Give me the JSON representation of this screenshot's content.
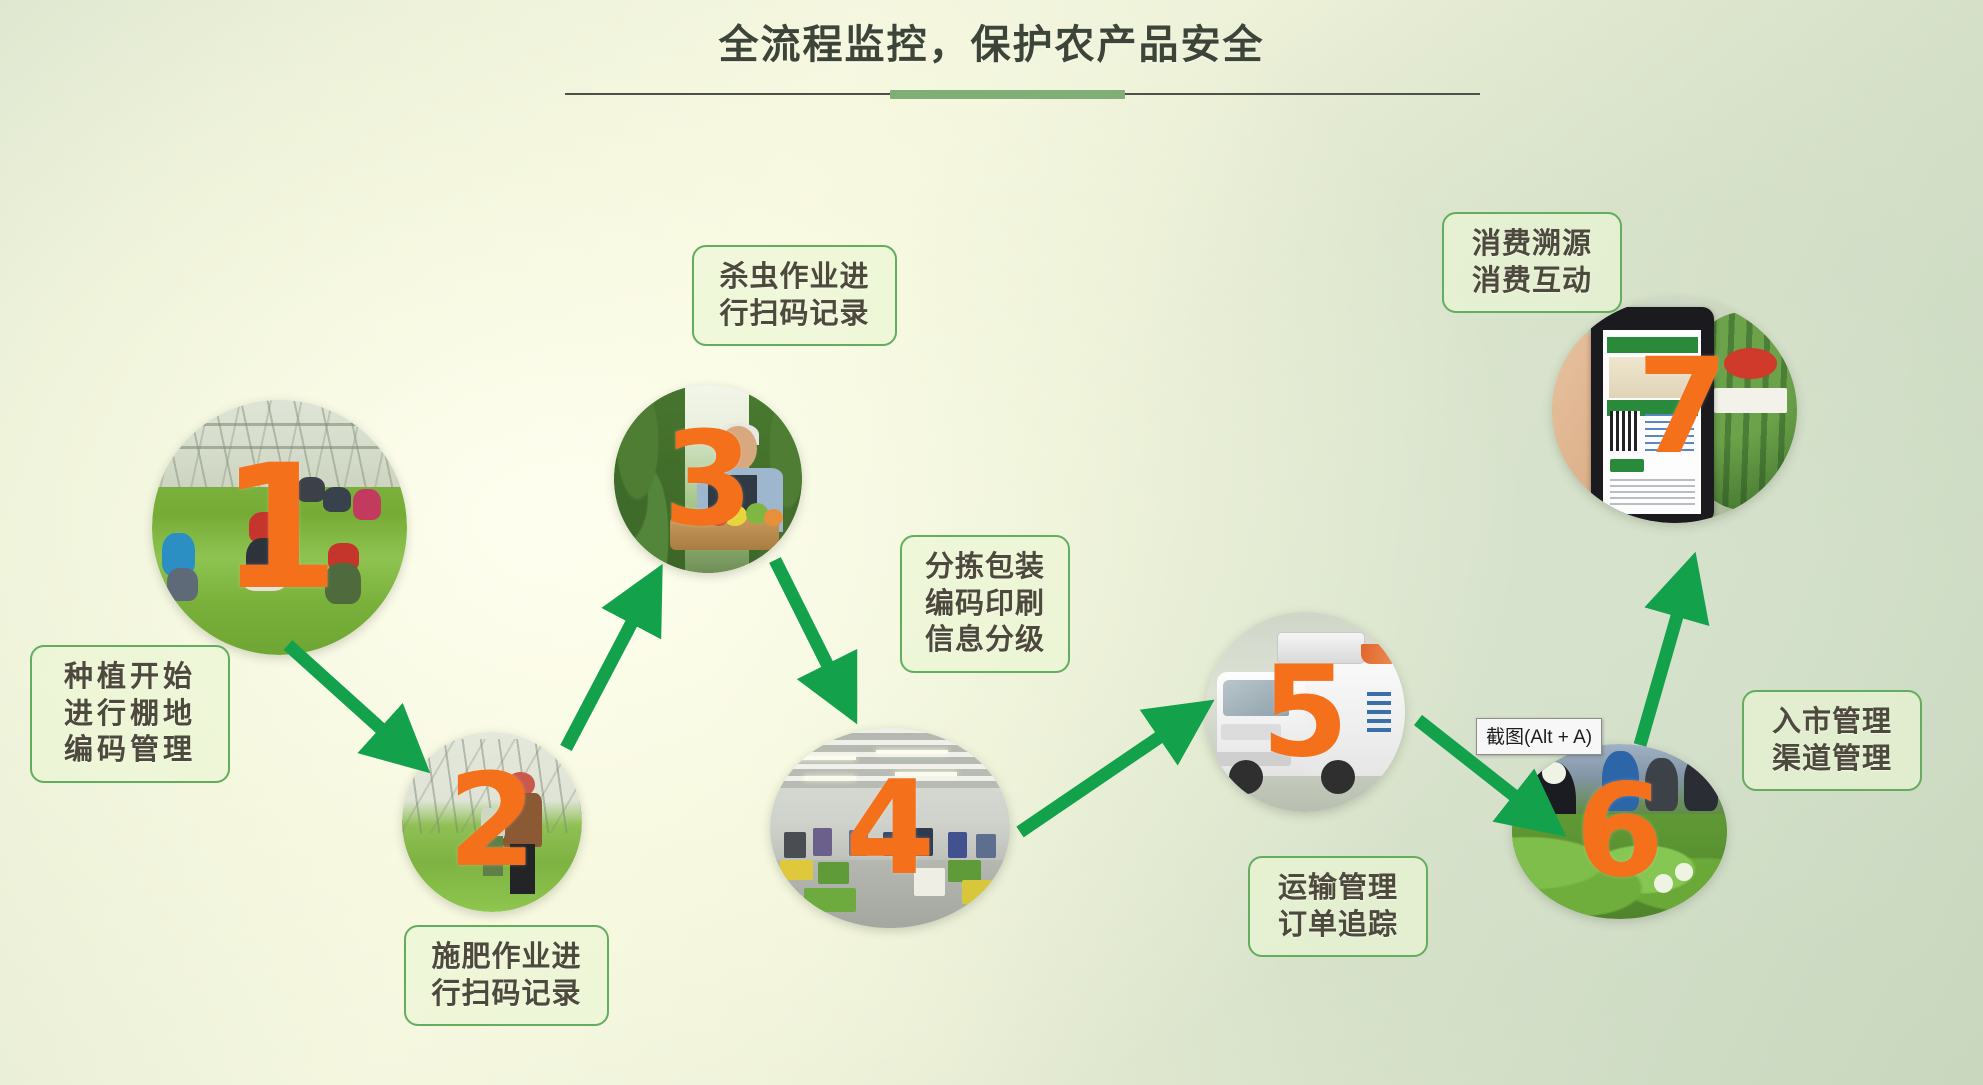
{
  "header": {
    "title": "全流程监控，保护农产品安全",
    "divider_accent_color": "#7fae76",
    "divider_line_color": "#4c5248"
  },
  "theme": {
    "number_color": "#f4701b",
    "arrow_color": "#13a14b",
    "callout_border_color": "#63ad5e",
    "callout_fill_color": "#ecf6d5",
    "callout_text_color": "#4d4a3d",
    "background_colors": [
      "#dde6cf",
      "#f3f5de",
      "#c7d6bd"
    ]
  },
  "flow": {
    "type": "process-flow",
    "step_count": 7,
    "steps": [
      {
        "number": "1",
        "label": "种植开始\n进行棚地\n编码管理",
        "photo": "greenhouse-workers-photo"
      },
      {
        "number": "2",
        "label": "施肥作业进\n行扫码记录",
        "photo": "greenhouse-fertilizing-photo"
      },
      {
        "number": "3",
        "label": "杀虫作业进\n行扫码记录",
        "photo": "farmer-with-vegetable-basket-photo"
      },
      {
        "number": "4",
        "label": "分拣包装\n编码印刷\n信息分级",
        "photo": "packing-warehouse-photo"
      },
      {
        "number": "5",
        "label": "运输管理\n订单追踪",
        "photo": "refrigerated-truck-photo"
      },
      {
        "number": "6",
        "label": "入市管理\n渠道管理",
        "photo": "vegetable-market-stall-photo"
      },
      {
        "number": "7",
        "label": "消费溯源\n消费互动",
        "photo": "hand-holding-phone-traceability-photo"
      }
    ],
    "connections": [
      {
        "from": "1",
        "to": "2"
      },
      {
        "from": "2",
        "to": "3"
      },
      {
        "from": "3",
        "to": "4"
      },
      {
        "from": "4",
        "to": "5"
      },
      {
        "from": "5",
        "to": "6"
      },
      {
        "from": "6",
        "to": "7"
      }
    ]
  },
  "overlay": {
    "screenshot_tooltip": "截图(Alt + A)"
  }
}
